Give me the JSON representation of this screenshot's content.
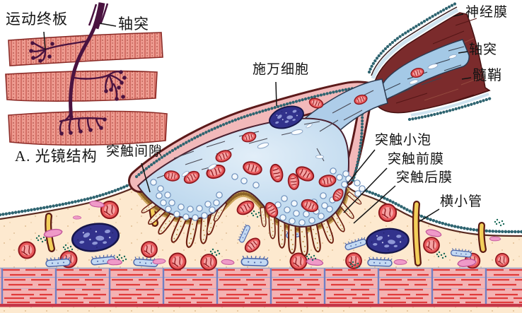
{
  "figure": {
    "panel_a": {
      "caption": "A. 光镜结构",
      "labels": {
        "motor_end_plate": "运动终板",
        "axon": "轴突"
      }
    },
    "panel_b": {
      "labels": {
        "schwann_cell": "施万细胞",
        "synaptic_cleft": "突触间隙",
        "neurilemma": "神经膜",
        "axon": "轴突",
        "myelin_sheath": "髓鞘",
        "synaptic_vesicles": "突触小泡",
        "presynaptic_membrane": "突触前膜",
        "postsynaptic_membrane": "突触后膜",
        "transverse_tubule": "横小管"
      }
    },
    "palette": {
      "muscle_fiber_pink": "#ee9b90",
      "nerve_dark_purple": "#4a1340",
      "myelin_maroon": "#7b2b2c",
      "axon_blue": "#a4c9e6",
      "schwann_pink": "#f2b9ba",
      "sarcoplasm_cream": "#fde9cf",
      "nucleus_blue": "#32328c",
      "mitochondria_red": "#e9595c",
      "t_tubule_yellow": "#f3cf5a",
      "myofibril_pink": "#f4b2b2",
      "basal_lamina_teal": "#2e6470"
    }
  }
}
